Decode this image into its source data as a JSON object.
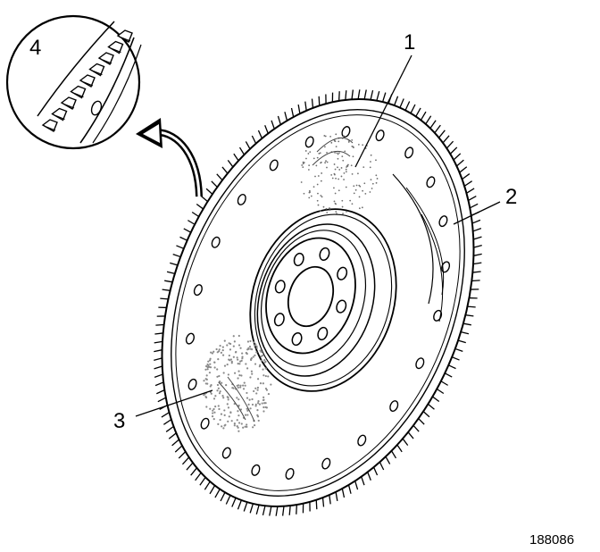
{
  "callouts": {
    "c1": "1",
    "c2": "2",
    "c3": "3",
    "c4": "4"
  },
  "figure_id": "188086",
  "colors": {
    "ink": "#000000",
    "paper": "#ffffff",
    "stipple": "#7a7a7a"
  }
}
